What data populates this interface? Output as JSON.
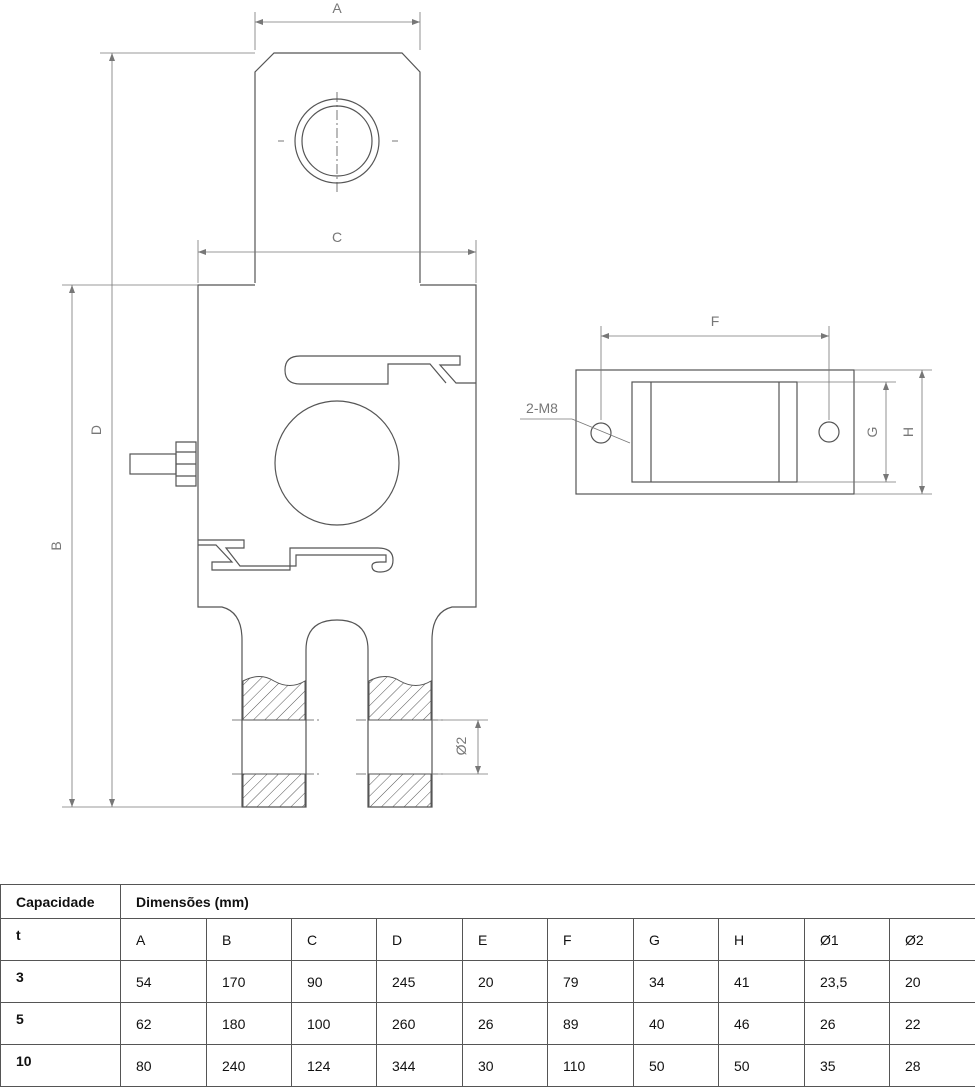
{
  "drawing": {
    "labels": {
      "A": "A",
      "B": "B",
      "C": "C",
      "D": "D",
      "F": "F",
      "G": "G",
      "H": "H",
      "phi2": "Ø2",
      "thread": "2-M8"
    }
  },
  "table": {
    "capacity_header": "Capacidade",
    "dimensions_header": "Dimensões (mm)",
    "unit_label": "t",
    "columns": [
      "A",
      "B",
      "C",
      "D",
      "E",
      "F",
      "G",
      "H",
      "Ø1",
      "Ø2"
    ],
    "rows": [
      {
        "capacity": "3",
        "values": [
          "54",
          "170",
          "90",
          "245",
          "20",
          "79",
          "34",
          "41",
          "23,5",
          "20"
        ]
      },
      {
        "capacity": "5",
        "values": [
          "62",
          "180",
          "100",
          "260",
          "26",
          "89",
          "40",
          "46",
          "26",
          "22"
        ]
      },
      {
        "capacity": "10",
        "values": [
          "80",
          "240",
          "124",
          "344",
          "30",
          "110",
          "50",
          "50",
          "35",
          "28"
        ]
      }
    ]
  }
}
